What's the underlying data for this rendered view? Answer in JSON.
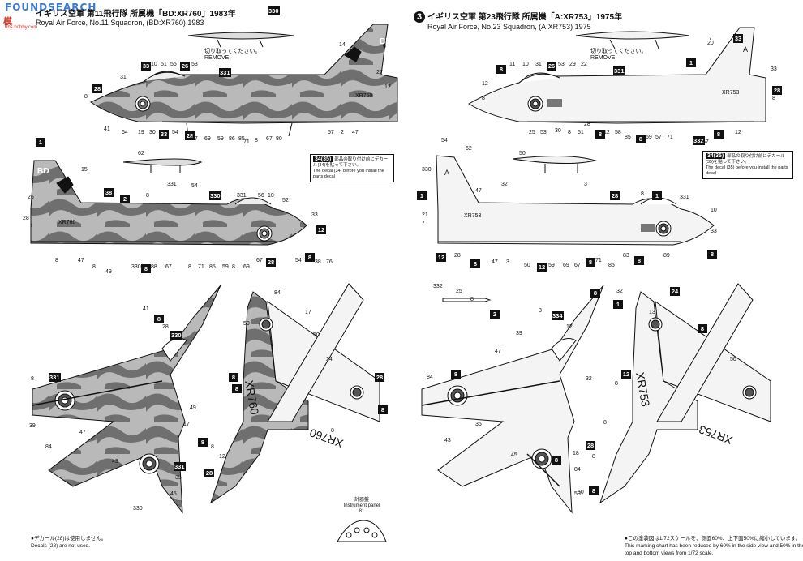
{
  "watermark": {
    "top": "FOUNDSEARCH",
    "logo": "模",
    "site": "bbs.hobby.com"
  },
  "scheme2": {
    "title_jp": "イギリス空軍 第11飛行隊 所属機「BD:XR760」1983年",
    "title_en": "Royal Air Force, No.11 Squadron, (BD:XR760) 1983",
    "serial": "XR760",
    "code": "BD"
  },
  "scheme3": {
    "number": "3",
    "title_jp": "イギリス空軍 第23飛行隊 所属機「A:XR753」1975年",
    "title_en": "Royal Air Force, No.23 Squadron, (A:XR753) 1975",
    "serial": "XR753",
    "code": "A"
  },
  "remove_jp": "切り取ってください。",
  "remove_en": "REMOVE",
  "note_left": {
    "tag": "34(35)",
    "jp": "部品の取り付け前にデカール(34)を貼って下さい。",
    "en": "The decal (34) before you install the parts decal"
  },
  "note_right": {
    "tag": "34(35)",
    "jp": "部品の取り付け前にデカール(35)を貼って下さい。",
    "en": "The decal (35) before you install the parts decal"
  },
  "instrument": {
    "jp": "計器盤",
    "en": "Instrument panel",
    "num": "81"
  },
  "foot_left": {
    "jp": "●デカール(28)は使用しません。",
    "en": "Decals (28) are not used."
  },
  "foot_right": {
    "jp": "●この塗装図は1/72スケールを、側面60%、上下面50%に縮小しています。",
    "en1": "This marking chart has been reduced by 60% in the side view and 50% in the",
    "en2": "top and bottom views from 1/72 scale."
  },
  "callouts_left": [
    "33",
    "10",
    "51",
    "55",
    "26",
    "53",
    "331",
    "27",
    "14",
    "6",
    "330",
    "31",
    "28",
    "8",
    "41",
    "64",
    "19",
    "30",
    "33",
    "54",
    "28",
    "67",
    "69",
    "59",
    "86",
    "85",
    "71",
    "8",
    "67",
    "80",
    "57",
    "2",
    "47",
    "12",
    "62",
    "331",
    "54",
    "28",
    "1",
    "15",
    "38",
    "26",
    "2",
    "8",
    "330",
    "331",
    "56",
    "10",
    "52",
    "33",
    "12",
    "8",
    "47",
    "8",
    "49",
    "330",
    "8",
    "88",
    "67",
    "8",
    "71",
    "85",
    "59",
    "8",
    "69",
    "67",
    "28",
    "54",
    "8",
    "38",
    "76",
    "41",
    "8",
    "28",
    "330",
    "8",
    "331",
    "39",
    "47",
    "84",
    "17",
    "43",
    "331",
    "35",
    "45",
    "330",
    "84",
    "17",
    "50",
    "24",
    "8",
    "49",
    "8",
    "12",
    "28",
    "8",
    "8",
    "50",
    "8",
    "8",
    "28",
    "8"
  ],
  "callouts_right": [
    "8",
    "11",
    "10",
    "31",
    "26",
    "53",
    "29",
    "22",
    "331",
    "12",
    "33",
    "8",
    "1",
    "7",
    "20",
    "33",
    "28",
    "8",
    "25",
    "53",
    "30",
    "8",
    "51",
    "28",
    "8",
    "12",
    "58",
    "85",
    "8",
    "69",
    "57",
    "71",
    "332",
    "67",
    "8",
    "12",
    "50",
    "3",
    "47",
    "62",
    "54",
    "330",
    "1",
    "21",
    "7",
    "32",
    "28",
    "8",
    "1",
    "331",
    "10",
    "33",
    "12",
    "28",
    "8",
    "47",
    "3",
    "50",
    "12",
    "59",
    "69",
    "67",
    "8",
    "71",
    "85",
    "83",
    "8",
    "89",
    "8",
    "332",
    "25",
    "8",
    "2",
    "3",
    "334",
    "12",
    "8",
    "32",
    "1",
    "39",
    "47",
    "84",
    "8",
    "43",
    "35",
    "45",
    "8",
    "18",
    "84",
    "50",
    "24",
    "13",
    "8",
    "50",
    "12",
    "8",
    "32",
    "8",
    "28",
    "8",
    "8",
    "50"
  ],
  "palette": {
    "ink": "#111111",
    "camo_dark": "#6f6f6f",
    "camo_light": "#b9b9b9",
    "silver": "#f2f2f2",
    "roundel_red": "#7a7a7a"
  }
}
